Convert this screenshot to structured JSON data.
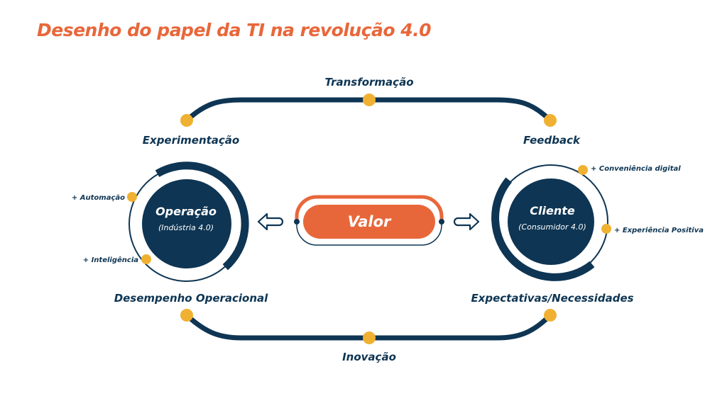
{
  "title": "Desenho do papel da TI na revolução 4.0",
  "colors": {
    "navy": "#0e3553",
    "orange": "#e8673a",
    "yellow": "#f0b132",
    "white": "#ffffff"
  },
  "top_arc": {
    "center_label": "Transformação",
    "left_label": "Experimentação",
    "right_label": "Feedback"
  },
  "bottom_arc": {
    "center_label": "Inovação",
    "left_label": "Desempenho Operacional",
    "right_label": "Expectativas/Necessidades"
  },
  "left_node": {
    "title": "Operação",
    "subtitle": "(Indústria 4.0)",
    "attributes": [
      "+ Automação",
      "+ Inteligência"
    ]
  },
  "right_node": {
    "title": "Cliente",
    "subtitle": "(Consumidor 4.0)",
    "attributes": [
      "+ Conveniência digital",
      "+ Experiência Positiva"
    ]
  },
  "center_node": {
    "label": "Valor",
    "left_arrow_icon": "arrow-left-outline-icon",
    "right_arrow_icon": "arrow-right-outline-icon"
  }
}
